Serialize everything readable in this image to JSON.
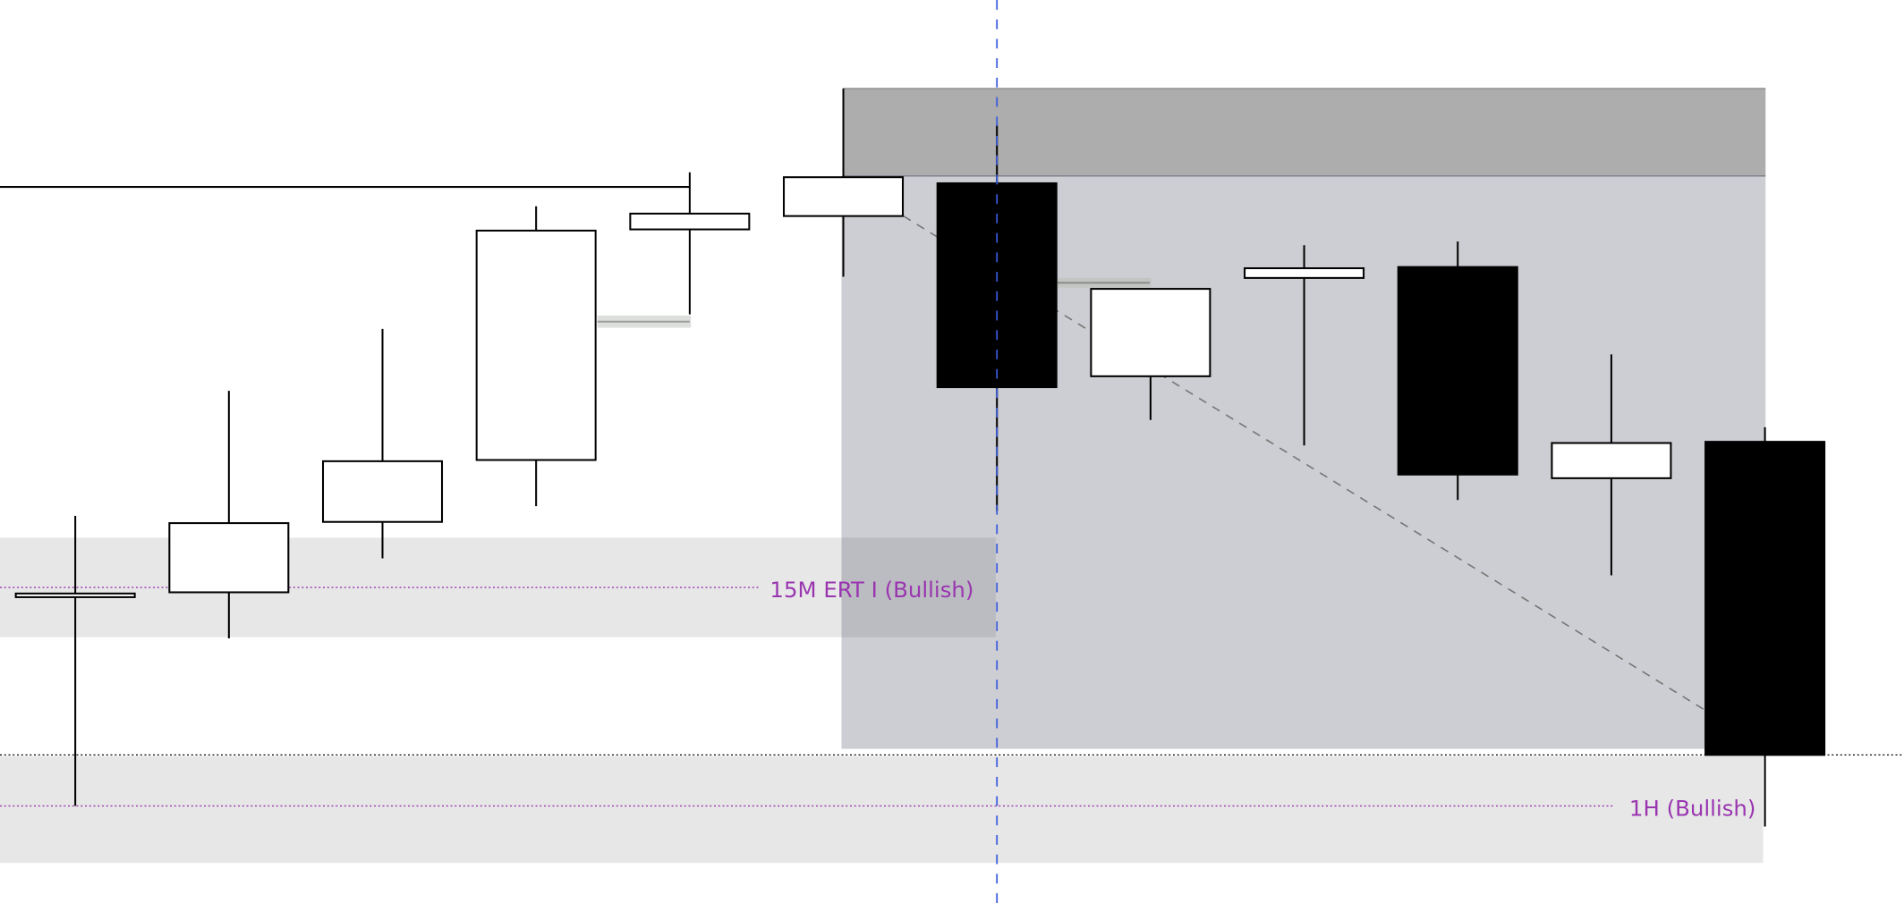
{
  "chart_data": {
    "type": "candlestick",
    "title": "",
    "xlabel": "",
    "ylabel": "",
    "ylim": [
      0,
      74.4
    ],
    "grid": false,
    "candles": [
      {
        "o": 25.5,
        "h": 31.9,
        "l": 8.0,
        "c": 25.5
      },
      {
        "o": 25.6,
        "h": 42.2,
        "l": 21.8,
        "c": 31.3
      },
      {
        "o": 31.4,
        "h": 47.3,
        "l": 28.4,
        "c": 36.4
      },
      {
        "o": 36.5,
        "h": 57.4,
        "l": 32.7,
        "c": 55.4
      },
      {
        "o": 55.5,
        "h": 60.2,
        "l": 48.5,
        "c": 56.8
      },
      {
        "o": 56.6,
        "h": 67.1,
        "l": 51.6,
        "c": 59.8
      },
      {
        "o": 59.3,
        "h": 64.1,
        "l": 32.3,
        "c": 42.5
      },
      {
        "o": 43.4,
        "h": 50.6,
        "l": 39.8,
        "c": 50.6
      },
      {
        "o": 51.5,
        "h": 54.2,
        "l": 37.7,
        "c": 52.3
      },
      {
        "o": 52.4,
        "h": 54.5,
        "l": 33.2,
        "c": 35.3
      },
      {
        "o": 35.0,
        "h": 45.2,
        "l": 27.0,
        "c": 37.9
      },
      {
        "o": 38.0,
        "h": 39.2,
        "l": 6.3,
        "c": 12.2
      }
    ],
    "zones": [
      {
        "name": "15M ERT I (Bullish)",
        "top": 30.1,
        "bottom": 21.9,
        "mid": 26.0,
        "from": 0,
        "to": 6.2
      },
      {
        "name": "1H (Bullish)",
        "top": 12.1,
        "bottom": 3.3,
        "mid": 8.0,
        "from": 0,
        "to": 11.5
      }
    ],
    "labels": {
      "zone_15m": "15M ERT I (Bullish)",
      "zone_1h": "1H (Bullish)"
    },
    "colors": {
      "bull_body": "#ffffff",
      "bear_body": "#000000",
      "zone_fill": "#e7e7e7",
      "box_fill": "#cdced2",
      "box_top_fill": "#adadad",
      "label_purple": "#9a35b0",
      "crosshair_blue": "#3a5bdc",
      "diagonal_gray": "#777777"
    }
  }
}
